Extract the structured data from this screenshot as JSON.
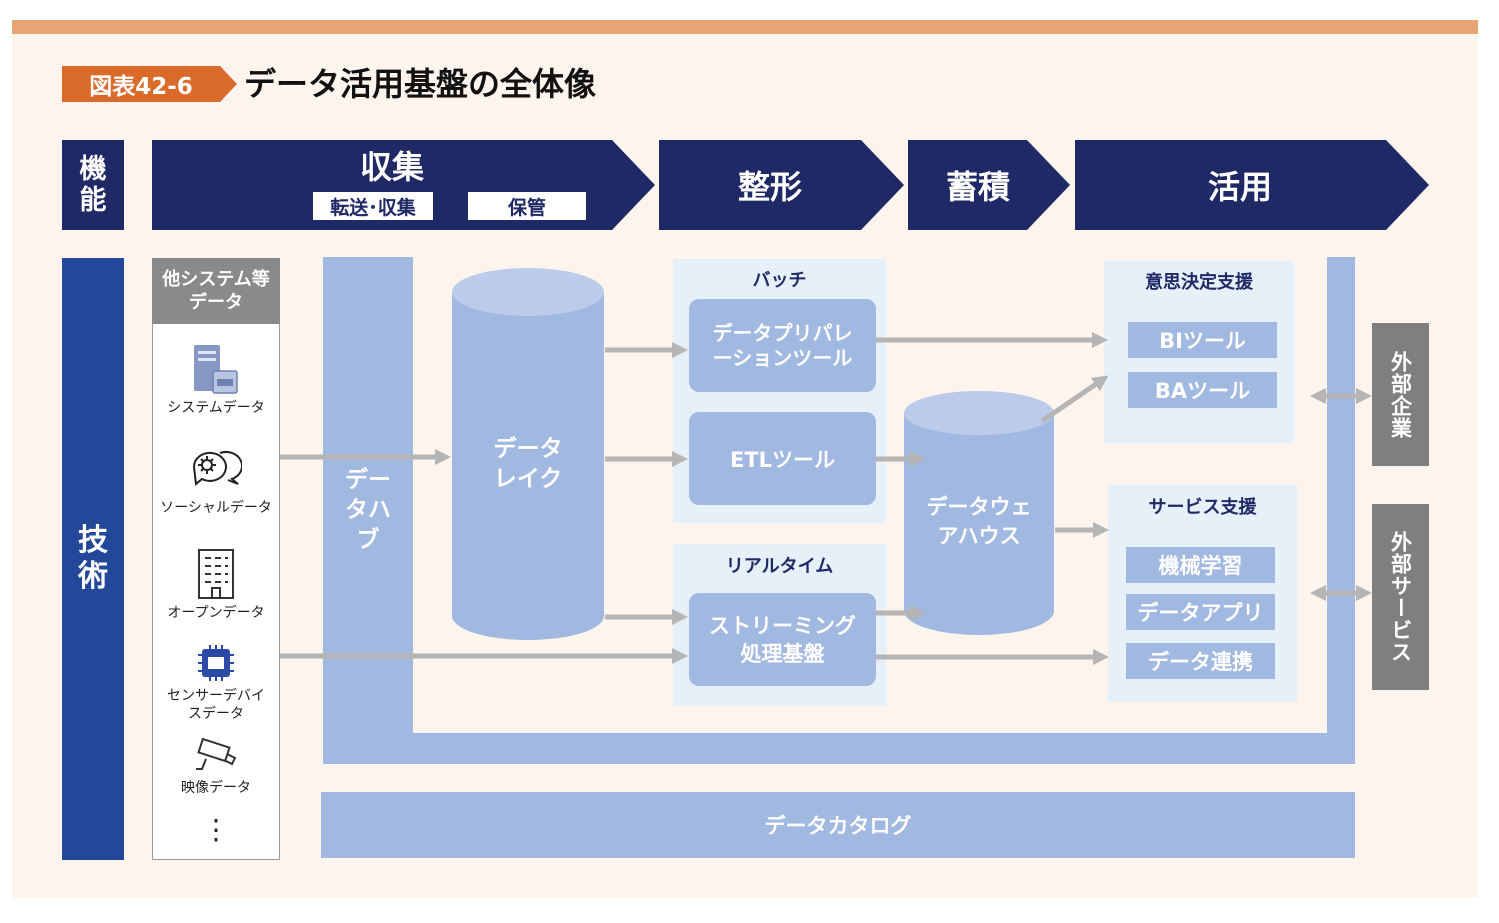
{
  "colors": {
    "accent_bar": "#e7a574",
    "tag": "#d96a2a",
    "navy": "#1f2966",
    "tech_blue": "#234799",
    "block_blue": "#a1b8e1",
    "zone_bg": "#e6f0f9",
    "external_gray": "#7f7f7f",
    "arrow_gray": "#b5b5b5"
  },
  "figure": {
    "tag": "図表42-6",
    "title": "データ活用基盤の全体像"
  },
  "rows": {
    "function": "機能",
    "technology": "技術"
  },
  "functions": {
    "collect": {
      "label": "収集",
      "transfer": "転送･収集",
      "storage": "保管"
    },
    "shape": "整形",
    "accumulate": "蓄積",
    "utilize": "活用"
  },
  "sources": {
    "header": "他システム等データ",
    "items": [
      {
        "label": "システムデータ",
        "icon": "database-server-icon"
      },
      {
        "label": "ソーシャルデータ",
        "icon": "social-chat-icon"
      },
      {
        "label": "オープンデータ",
        "icon": "building-icon"
      },
      {
        "label": "センサーデバイスデータ",
        "icon": "chip-icon"
      },
      {
        "label": "映像データ",
        "icon": "camera-icon"
      }
    ],
    "more": "⋮"
  },
  "hub": "データハブ",
  "lake": "データレイク",
  "batch": {
    "title": "バッチ",
    "prep_tool": "データプリパレーションツール",
    "etl": "ETLツール"
  },
  "realtime": {
    "title": "リアルタイム",
    "streaming": "ストリーミング処理基盤"
  },
  "warehouse": "データウェアハウス",
  "decision": {
    "title": "意思決定支援",
    "tools": [
      "BIツール",
      "BAツール"
    ]
  },
  "service": {
    "title": "サービス支援",
    "tools": [
      "機械学習",
      "データアプリ",
      "データ連携"
    ]
  },
  "external": {
    "companies": "外部企業",
    "services": "外部サービス"
  },
  "catalog": "データカタログ"
}
